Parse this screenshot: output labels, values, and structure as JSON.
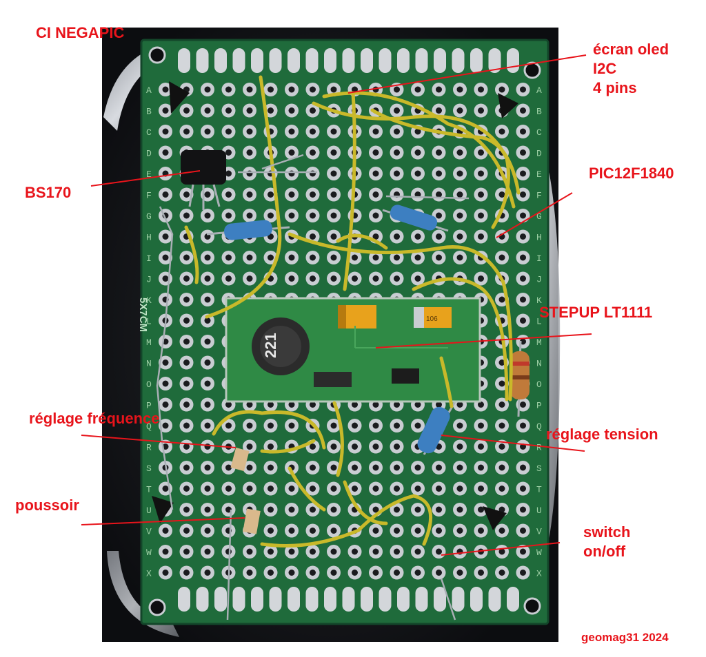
{
  "labels": {
    "title": "CI NEGAPIC",
    "oled": "écran oled\nI2C\n4 pins",
    "bs170": "BS170",
    "pic": "PIC12F1840",
    "stepup": "STEPUP LT1111",
    "freq": "réglage fréquence",
    "tension": "réglage tension",
    "poussoir": "poussoir",
    "switch": "switch\non/off",
    "credit": "geomag31 2024"
  },
  "board": {
    "row_letters": "ABCDEFGHIJKLMNOPQRSTUVWX",
    "size_marking": "5X7CM",
    "inductor_marking": "221",
    "cap_marking": "106"
  },
  "colors": {
    "label": "#e8141b",
    "pcb": "#1f6b3b",
    "pad": "#c9cdd2",
    "wire": "#c9b92a",
    "module": "#2f8a45",
    "tantalum": "#e8a21c"
  }
}
